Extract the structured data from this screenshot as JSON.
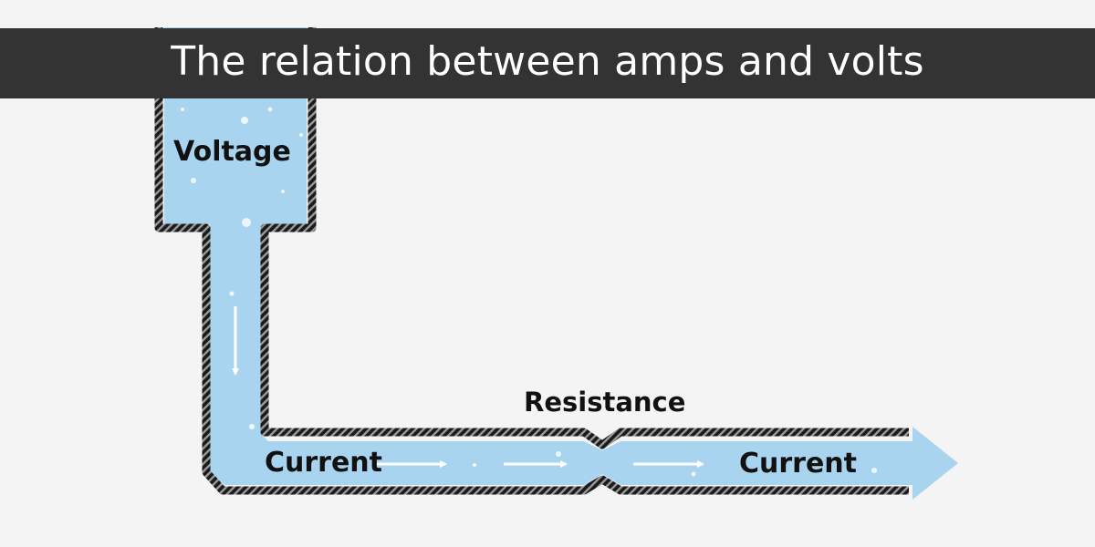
{
  "title": "The relation between amps and volts",
  "labels": {
    "voltage": "Voltage",
    "resistance": "Resistance",
    "current_left": "Current",
    "current_right": "Current"
  },
  "colors": {
    "water": "#a9d4ef",
    "title_bar": "#333333",
    "background": "#f4f4f4"
  }
}
